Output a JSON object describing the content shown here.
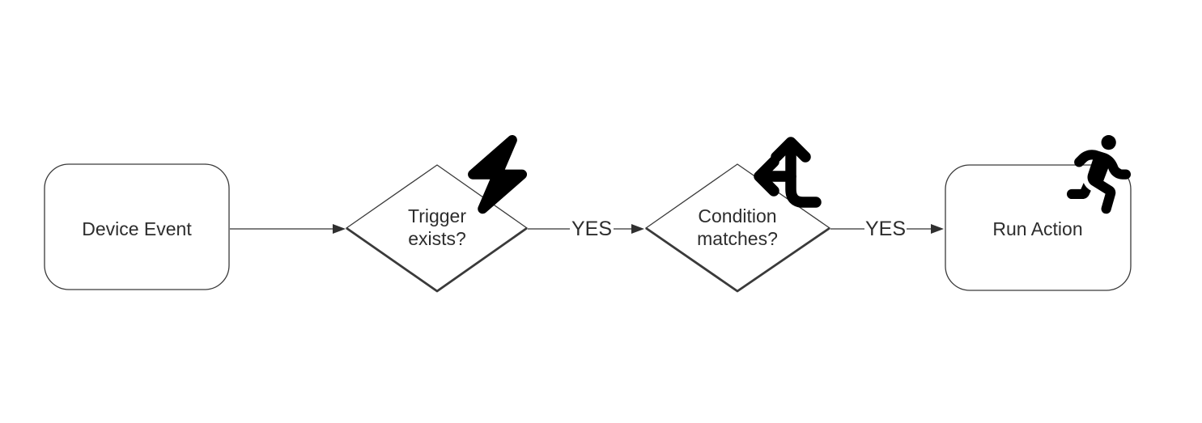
{
  "diagram": {
    "colors": {
      "background": "#ffffff",
      "shape_stroke": "#3a3a3a",
      "edge_stroke": "#555555",
      "arrow_fill": "#303030",
      "text_color": "#2d2d2d",
      "icon_color": "#000000"
    },
    "nodes": {
      "device_event": {
        "type": "rounded-rect",
        "label": "Device Event"
      },
      "trigger_exists": {
        "type": "decision-diamond",
        "line1": "Trigger",
        "line2": "exists?",
        "icon": "lightning-bolt-icon"
      },
      "condition_matches": {
        "type": "decision-diamond",
        "line1": "Condition",
        "line2": "matches?",
        "icon": "split-directions-icon"
      },
      "run_action": {
        "type": "rounded-rect",
        "label": "Run Action",
        "icon": "person-running-icon"
      }
    },
    "edges": {
      "event_to_trigger": {
        "from": "device_event",
        "to": "trigger_exists",
        "label": ""
      },
      "trigger_to_condition": {
        "from": "trigger_exists",
        "to": "condition_matches",
        "label": "YES"
      },
      "condition_to_action": {
        "from": "condition_matches",
        "to": "run_action",
        "label": "YES"
      }
    }
  }
}
